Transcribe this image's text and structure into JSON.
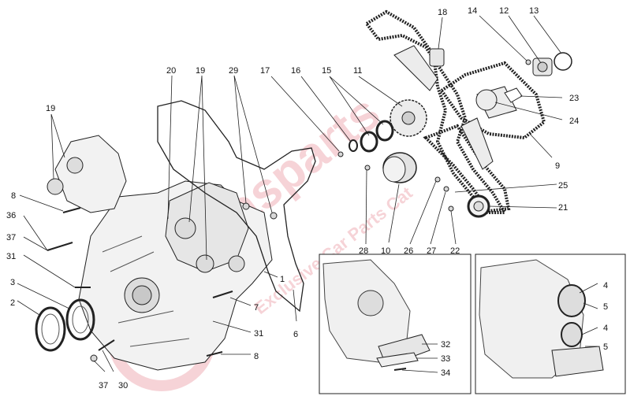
{
  "watermark": {
    "brand": "Masparts",
    "tagline": "Exclusive Car Parts Cat",
    "color": "#d63a4a"
  },
  "callouts": {
    "c1": "1",
    "c2": "2",
    "c3": "3",
    "c4a": "4",
    "c4b": "4",
    "c5a": "5",
    "c5b": "5",
    "c6": "6",
    "c7": "7",
    "c8a": "8",
    "c8b": "8",
    "c9": "9",
    "c10": "10",
    "c11": "11",
    "c12": "12",
    "c13": "13",
    "c14": "14",
    "c15": "15",
    "c16": "16",
    "c17": "17",
    "c18": "18",
    "c19a": "19",
    "c19b": "19",
    "c20": "20",
    "c21": "21",
    "c22": "22",
    "c23": "23",
    "c24": "24",
    "c25": "25",
    "c26": "26",
    "c27": "27",
    "c28": "28",
    "c29": "29",
    "c30": "30",
    "c31a": "31",
    "c31b": "31",
    "c32": "32",
    "c33": "33",
    "c34": "34",
    "c36": "36",
    "c37a": "37",
    "c37b": "37"
  }
}
